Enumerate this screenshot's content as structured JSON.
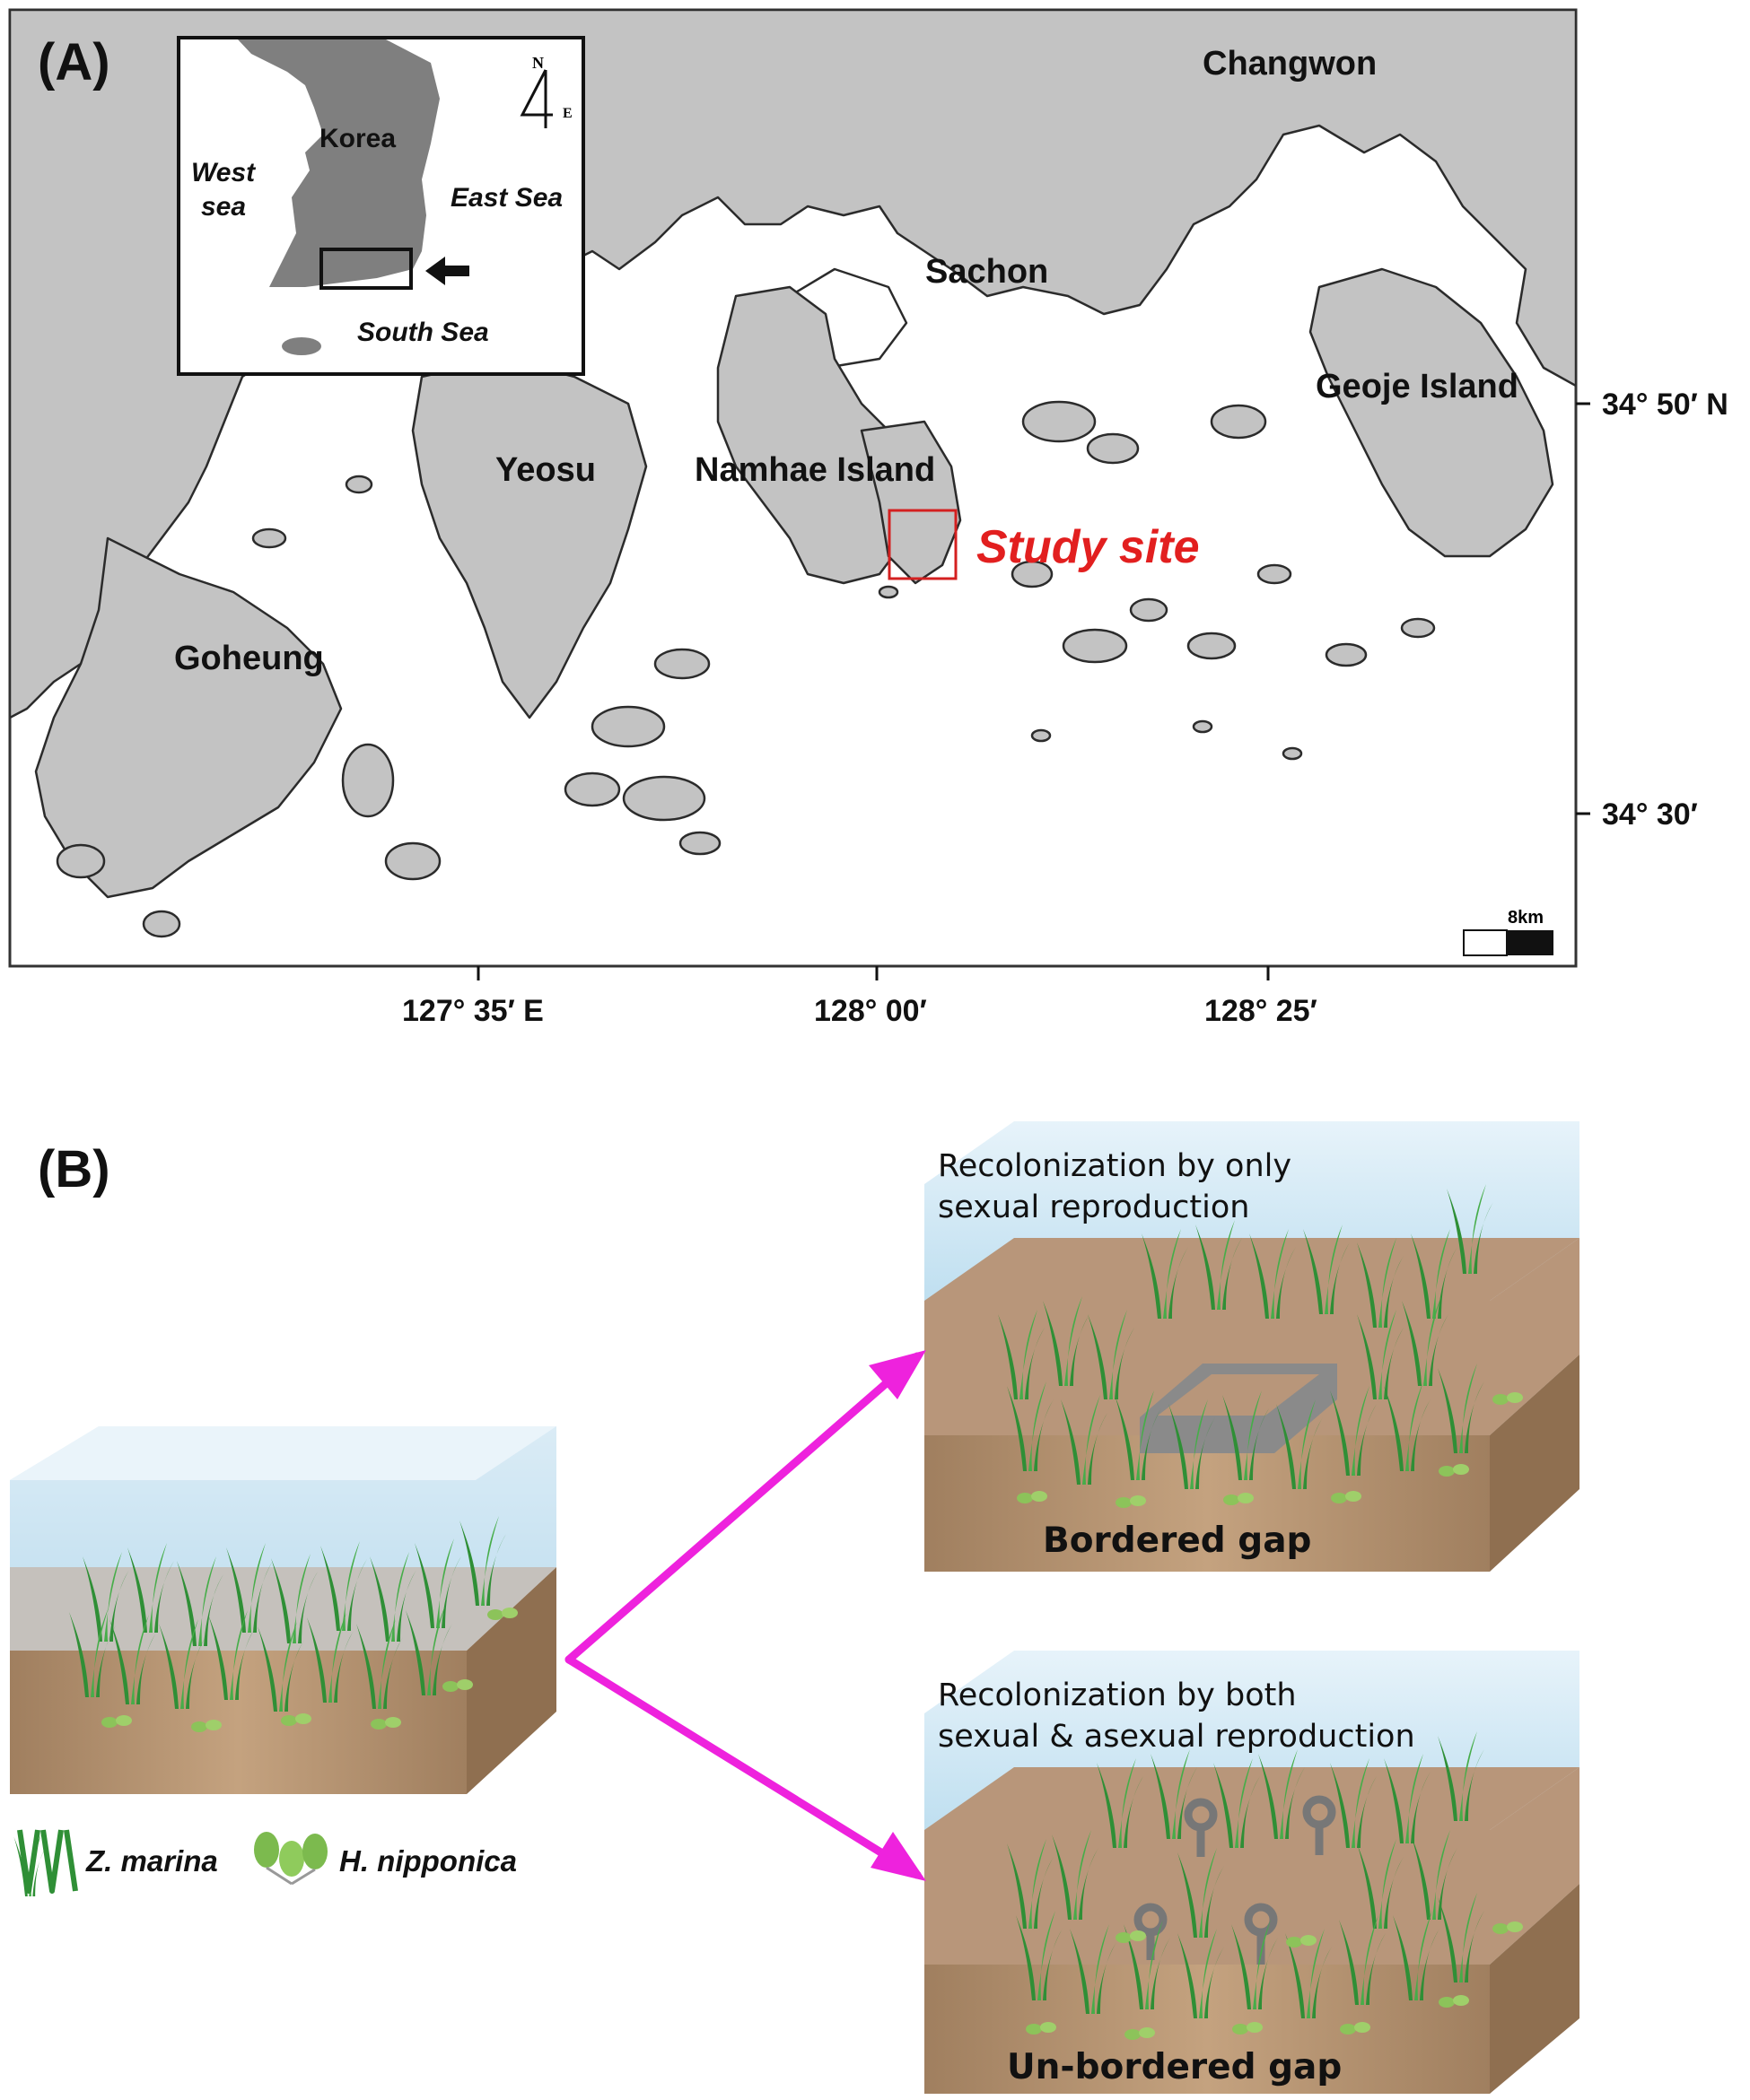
{
  "panel_a": {
    "label": "(A)",
    "places": {
      "changwon": "Changwon",
      "sachon": "Sachon",
      "geoje": "Geoje Island",
      "yeosu": "Yeosu",
      "namhae": "Namhae  Island",
      "goheung": "Goheung"
    },
    "study_site": "Study site",
    "inset": {
      "korea": "Korea",
      "west_sea_1": "West",
      "west_sea_2": "sea",
      "east_sea": "East Sea",
      "south_sea": "South Sea",
      "north": "N",
      "east": "E"
    },
    "lat_labels": [
      "34° 50′ N",
      "34° 30′"
    ],
    "lon_labels": [
      "127° 35′ E",
      "128° 00′",
      "128° 25′"
    ],
    "scale_label": "8km",
    "colors": {
      "land": "#c3c3c3",
      "coast": "#2b2b2b",
      "study_box": "#d42020"
    }
  },
  "panel_b": {
    "label": "(B)",
    "top_title_1": "Recolonization by only",
    "top_title_2": "sexual reproduction",
    "top_gap": "Bordered gap",
    "bottom_title_1": "Recolonization by both",
    "bottom_title_2": "sexual & asexual reproduction",
    "bottom_gap": "Un-bordered gap",
    "legend": {
      "zostera": "Z. marina",
      "halophila": "H. nipponica"
    },
    "colors": {
      "water": "#d7ebf6",
      "sediment": "#b59472",
      "grass": "#3a9a3e",
      "arrow": "#ee22dd"
    }
  }
}
